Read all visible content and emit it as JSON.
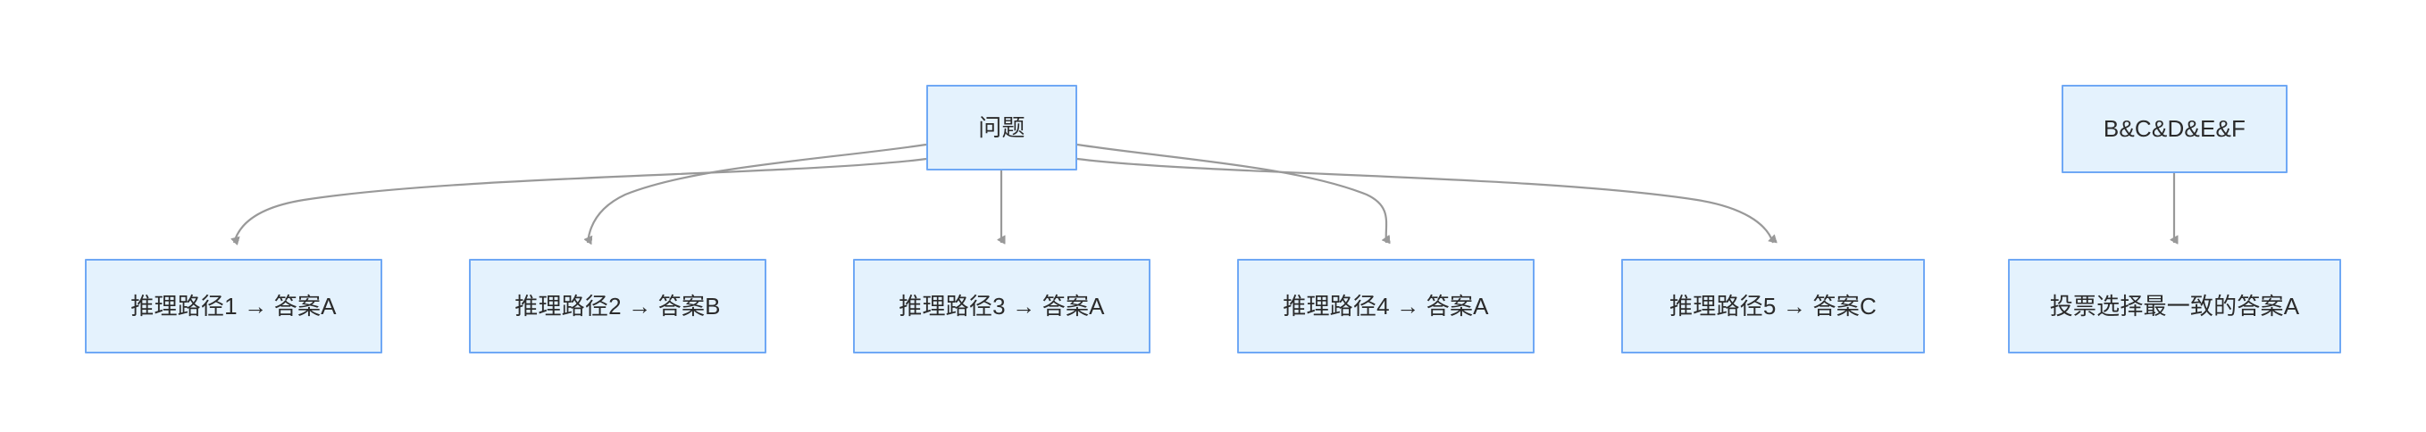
{
  "diagram": {
    "type": "flowchart",
    "title": "",
    "theme": {
      "node_fill": "#e4f2fd",
      "node_border": "#6fa8f5",
      "edge_color": "#999999",
      "arrow_color": "#999999",
      "text_color": "#2b2b2b",
      "background": "#ffffff"
    },
    "nodes": [
      {
        "id": "root",
        "label": "问题"
      },
      {
        "id": "path1",
        "label": "推理路径1 → 答案A"
      },
      {
        "id": "path2",
        "label": "推理路径2 → 答案B"
      },
      {
        "id": "path3",
        "label": "推理路径3 → 答案A"
      },
      {
        "id": "path4",
        "label": "推理路径4 → 答案A"
      },
      {
        "id": "path5",
        "label": "推理路径5 → 答案C"
      },
      {
        "id": "candidates",
        "label": "B&C&D&E&F"
      },
      {
        "id": "vote",
        "label": "投票选择最一致的答案A"
      }
    ],
    "edges": [
      {
        "from": "root",
        "to": "path1",
        "label": "",
        "arrow": "triangle"
      },
      {
        "from": "root",
        "to": "path2",
        "label": "",
        "arrow": "triangle"
      },
      {
        "from": "root",
        "to": "path3",
        "label": "",
        "arrow": "triangle"
      },
      {
        "from": "root",
        "to": "path4",
        "label": "",
        "arrow": "triangle"
      },
      {
        "from": "root",
        "to": "path5",
        "label": "",
        "arrow": "triangle"
      },
      {
        "from": "candidates",
        "to": "vote",
        "label": "",
        "arrow": "triangle"
      }
    ]
  }
}
